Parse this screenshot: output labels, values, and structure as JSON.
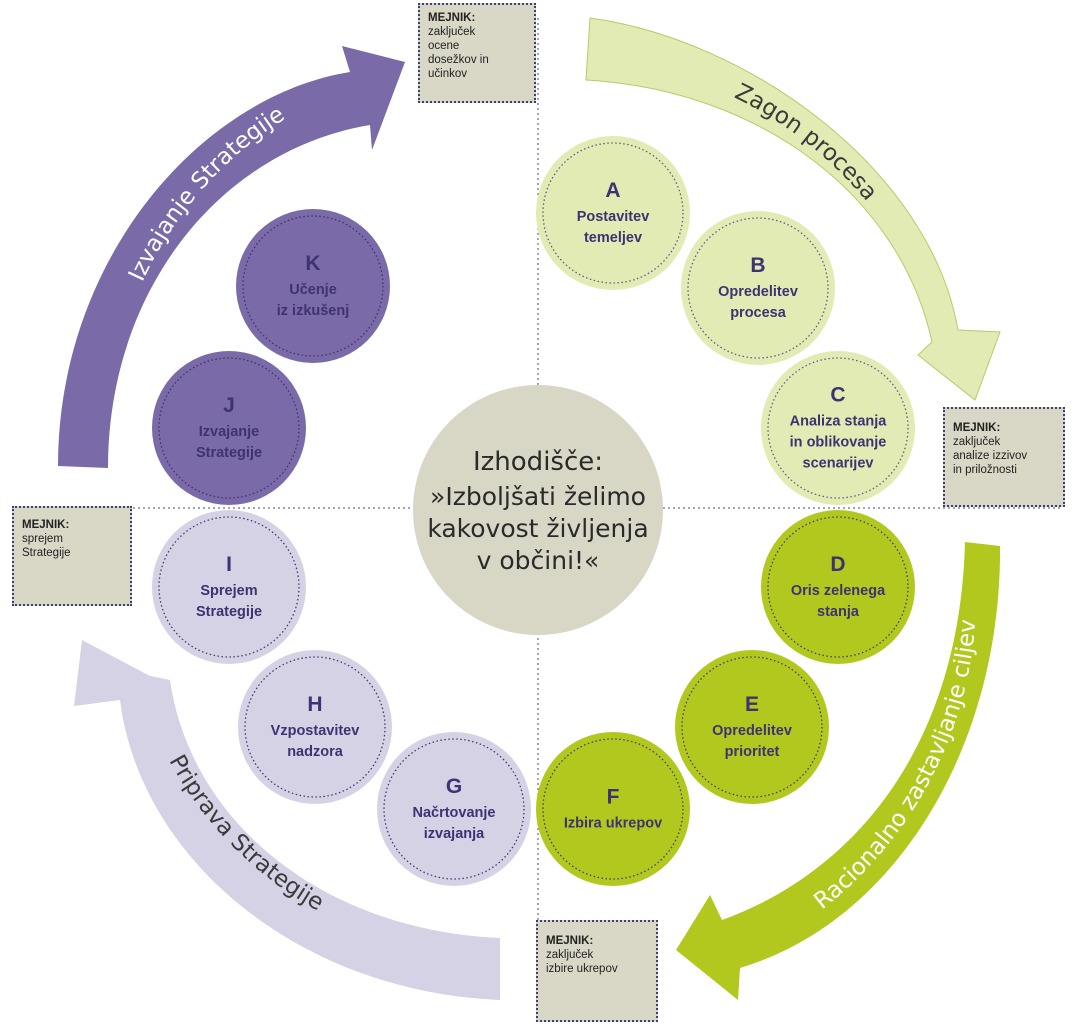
{
  "center": {
    "title": "Izhodišče:",
    "lines": [
      "»Izboljšati želimo",
      "kakovost življenja",
      "v občini!«"
    ]
  },
  "phases": {
    "zagon": "Zagon procesa",
    "racionalno": "Racionalno zastavljanje ciljev",
    "priprava": "Priprava Strategije",
    "izvajanje": "Izvajanje Strategije"
  },
  "steps": {
    "A": {
      "letter": "A",
      "lines": [
        "Postavitev",
        "temeljev"
      ]
    },
    "B": {
      "letter": "B",
      "lines": [
        "Opredelitev",
        "procesa"
      ]
    },
    "C": {
      "letter": "C",
      "lines": [
        "Analiza stanja",
        "in oblikovanje",
        "scenarijev"
      ]
    },
    "D": {
      "letter": "D",
      "lines": [
        "Oris zelenega",
        "stanja"
      ]
    },
    "E": {
      "letter": "E",
      "lines": [
        "Opredelitev",
        "prioritet"
      ]
    },
    "F": {
      "letter": "F",
      "lines": [
        "Izbira ukrepov"
      ]
    },
    "G": {
      "letter": "G",
      "lines": [
        "Načrtovanje",
        "izvajanja"
      ]
    },
    "H": {
      "letter": "H",
      "lines": [
        "Vzpostavitev",
        "nadzora"
      ]
    },
    "I": {
      "letter": "I",
      "lines": [
        "Sprejem",
        "Strategije"
      ]
    },
    "J": {
      "letter": "J",
      "lines": [
        "Izvajanje",
        "Strategije"
      ]
    },
    "K": {
      "letter": "K",
      "lines": [
        "Učenje",
        "iz izkušenj"
      ]
    }
  },
  "milestones": {
    "top": {
      "title": "MEJNIK:",
      "lines": [
        "zaključek",
        "ocene",
        "dosežkov in",
        "učinkov"
      ]
    },
    "right": {
      "title": "MEJNIK:",
      "lines": [
        "zaključek",
        "analize izzivov",
        "in priložnosti"
      ]
    },
    "bottom": {
      "title": "MEJNIK:",
      "lines": [
        "zaključek",
        "izbire ukrepov"
      ]
    },
    "left": {
      "title": "MEJNIK:",
      "lines": [
        "sprejem",
        "Strategije"
      ]
    }
  },
  "colors": {
    "center_fill": "#d8d7c6",
    "center_text": "#2a2a2a",
    "pale_green": "#e2ebb4",
    "light_green_ring": "#d4e18e",
    "bright_green": "#b2c81f",
    "dark_purple": "#7b6aa8",
    "light_purple": "#d6d2e6",
    "step_text": "#3e3272",
    "milestone_fill": "#d9d7c6",
    "milestone_border": "#3a3f7a"
  }
}
